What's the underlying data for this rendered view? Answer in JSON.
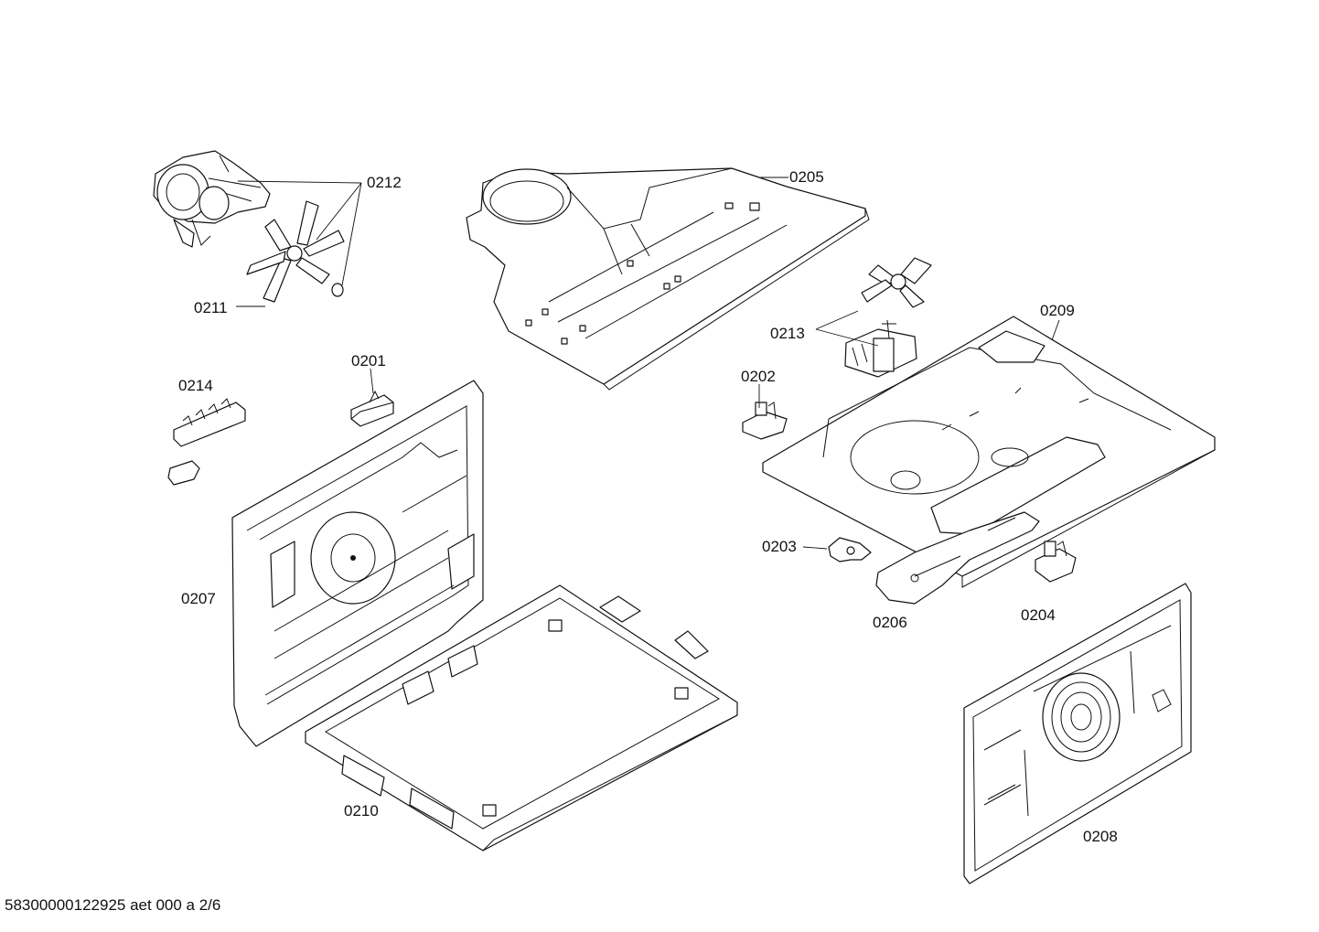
{
  "labels": {
    "p0201": "0201",
    "p0202": "0202",
    "p0203": "0203",
    "p0204": "0204",
    "p0205": "0205",
    "p0206": "0206",
    "p0207": "0207",
    "p0208": "0208",
    "p0209": "0209",
    "p0210": "0210",
    "p0211": "0211",
    "p0212": "0212",
    "p0213": "0213",
    "p0214": "0214"
  },
  "footer": "58300000122925 aet 000 a 2/6"
}
